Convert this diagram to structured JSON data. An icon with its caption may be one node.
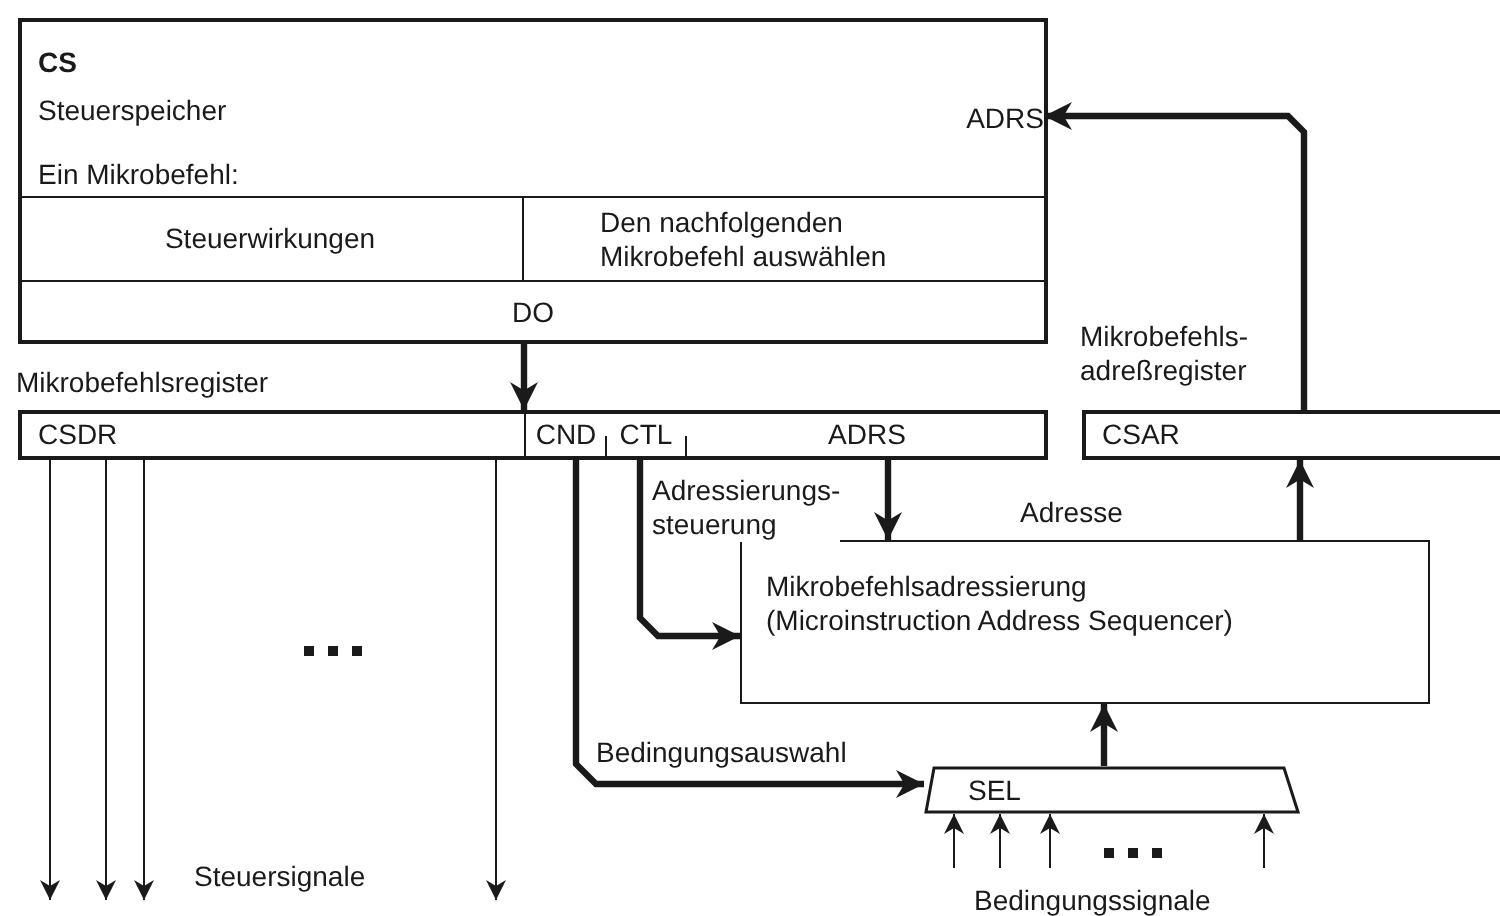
{
  "diagram": {
    "nodes": [
      {
        "text": [
          "CS",
          "Steuerspeicher",
          "Ein Mikrobefehl:"
        ]
      },
      {
        "text": [
          "ADRS"
        ],
        "in": 0
      },
      {
        "text": [
          "Steuerwirkungen"
        ],
        "in": 0
      },
      {
        "text": [
          "Den nachfolgenden Mikrobefehl auswählen"
        ],
        "in": 0
      },
      {
        "text": [
          "DO"
        ],
        "in": 0
      },
      {
        "text": [
          "CSDR"
        ],
        "beside": [
          "Mikrobefehlsregister"
        ]
      },
      {
        "text": [
          "CND"
        ],
        "in": 5
      },
      {
        "text": [
          "CTL"
        ],
        "in": 5
      },
      {
        "text": [
          "ADRS"
        ],
        "in": 5
      },
      {
        "text": [
          "CSAR"
        ],
        "beside": [
          "Mikrobefehls- adreßregister"
        ]
      },
      {
        "text": [
          "Mikrobefehlsadressierung (Microinstruction Address Sequencer)"
        ]
      },
      {
        "text": [
          "SEL"
        ]
      }
    ],
    "edges": [
      {
        "from": 4,
        "to": 5,
        "arrow": "to",
        "style": "thick"
      },
      {
        "from": 9,
        "to": 1,
        "arrow": "to",
        "style": "thick"
      },
      {
        "from": 6,
        "to": 11,
        "arrow": "to",
        "style": "thick",
        "label": "Bedingungsauswahl"
      },
      {
        "from": 7,
        "to": 10,
        "arrow": "to",
        "style": "thick",
        "label": "Adressierungs- steuerung"
      },
      {
        "from": 8,
        "to": 10,
        "arrow": "to",
        "style": "thick"
      },
      {
        "from": 10,
        "to": 9,
        "arrow": "to",
        "style": "thick"
      },
      {
        "from": 11,
        "to": 10,
        "arrow": "to",
        "style": "thick"
      },
      {
        "from": 5,
        "to": null,
        "arrow": "to"
      },
      {
        "from": 5,
        "to": null,
        "arrow": "to"
      },
      {
        "from": 5,
        "to": null,
        "arrow": "to"
      },
      {
        "from": 5,
        "to": null,
        "arrow": "to"
      },
      {
        "from": null,
        "to": 11,
        "arrow": "to"
      },
      {
        "from": null,
        "to": 11,
        "arrow": "to"
      },
      {
        "from": null,
        "to": 11,
        "arrow": "to"
      },
      {
        "from": null,
        "to": 11,
        "arrow": "to"
      }
    ],
    "labels": [
      "Adresse",
      "Steuersignale",
      "Bedingungssignale"
    ]
  }
}
